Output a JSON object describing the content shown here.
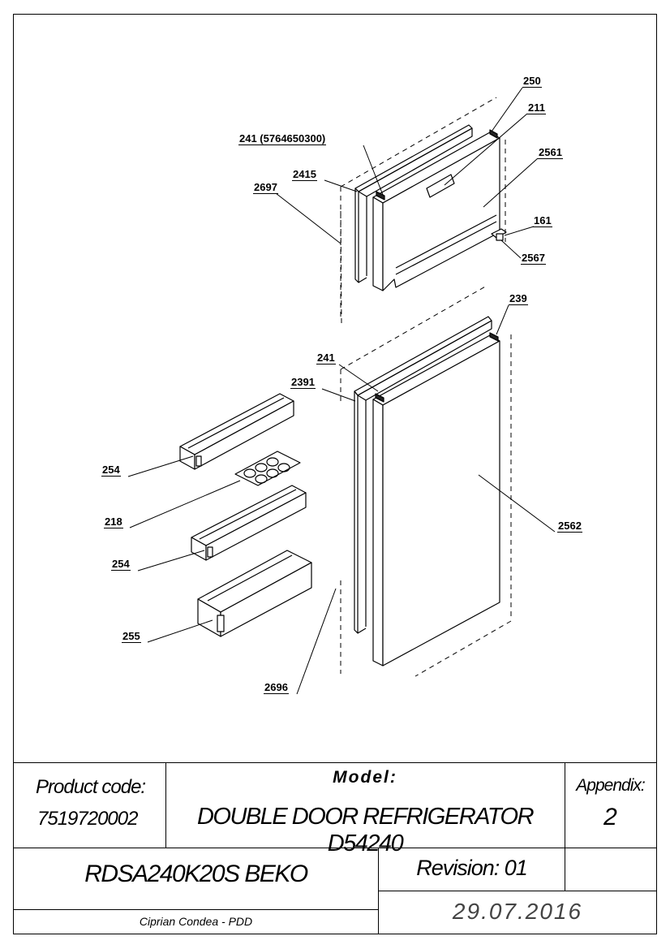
{
  "callouts": {
    "c250": "250",
    "c211": "211",
    "c241a": "241 (5764650300)",
    "c2561": "2561",
    "c2415": "2415",
    "c2697": "2697",
    "c161": "161",
    "c2567": "2567",
    "c239": "239",
    "c241b": "241",
    "c2391": "2391",
    "c254a": "254",
    "c218": "218",
    "c2562": "2562",
    "c254b": "254",
    "c255": "255",
    "c2696": "2696"
  },
  "title_block": {
    "product_code_label": "Product code:",
    "product_code": "7519720002",
    "model_label": "Model:",
    "model_name": "DOUBLE DOOR REFRIGERATOR D54240",
    "appendix_label": "Appendix:",
    "appendix_value": "2",
    "product_name": "RDSA240K20S BEKO",
    "revision": "Revision: 01",
    "author": "Ciprian Condea - PDD",
    "date": "29.07.2016"
  }
}
